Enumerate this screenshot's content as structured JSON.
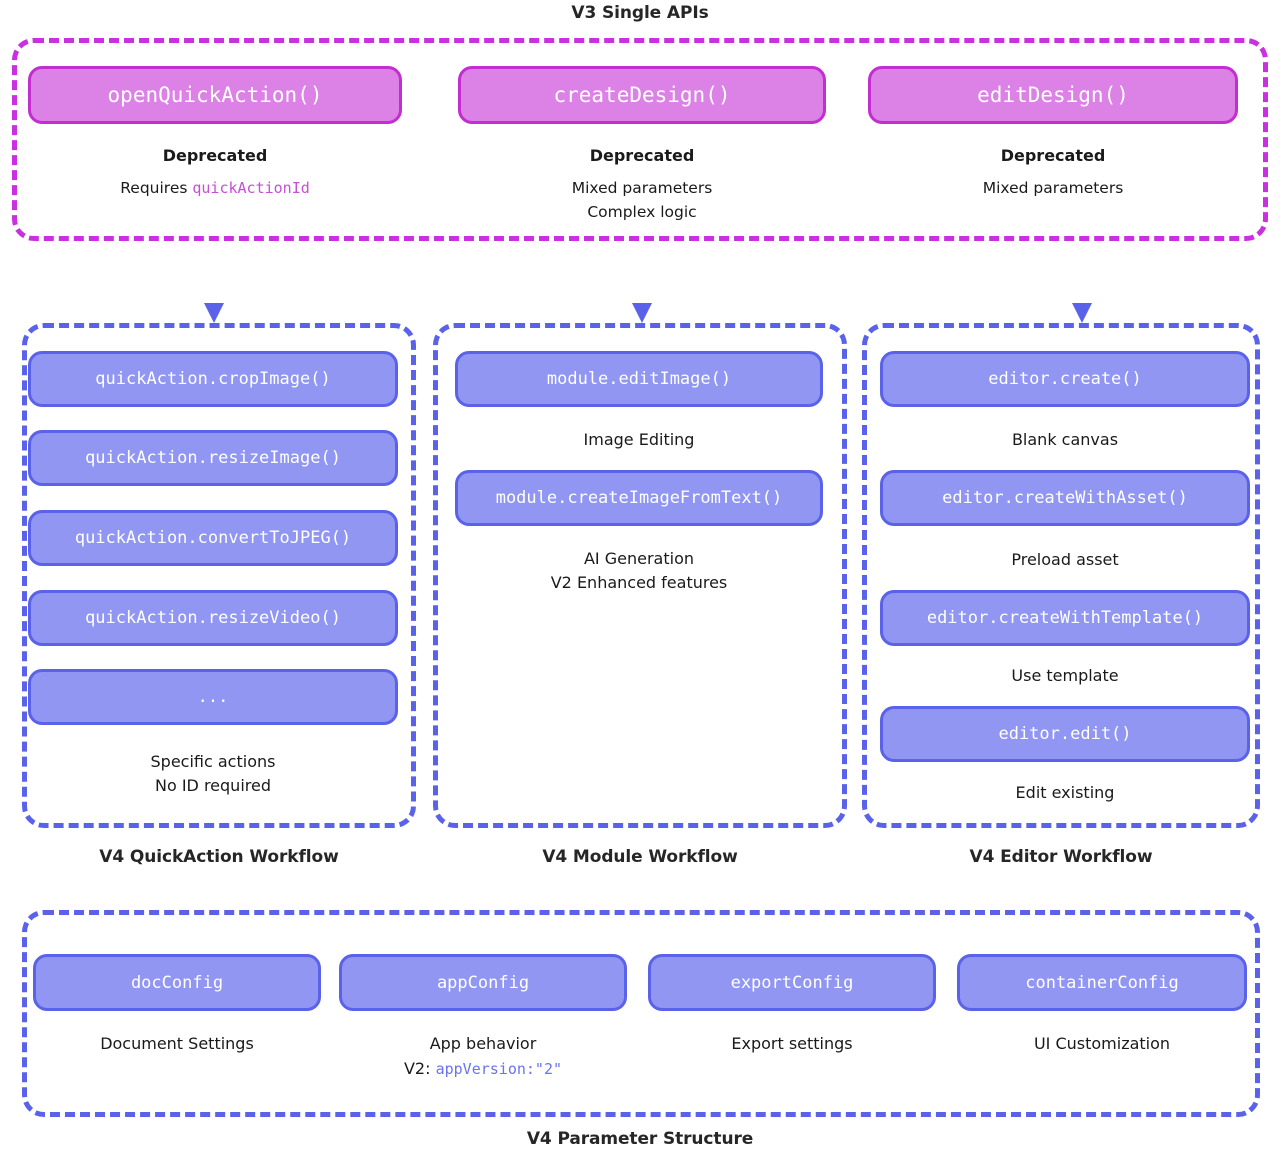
{
  "titles": {
    "v3": "V3 Single APIs",
    "quickaction": "V4 QuickAction Workflow",
    "module": "V4 Module Workflow",
    "editor": "V4 Editor Workflow",
    "params": "V4 Parameter Structure"
  },
  "colors": {
    "magenta_fill": "#dc81e6",
    "magenta_border": "#c22ed0",
    "magenta_dash": "#c930e0",
    "blue_fill": "#9096f2",
    "blue_border": "#5b62ea",
    "blue_dash": "#5b62ea",
    "text": "#1a1a1a",
    "code_magenta": "#c64fd6",
    "code_blue": "#6b73ee"
  },
  "v3_group": {
    "items": [
      {
        "api": "openQuickAction()",
        "status": "Deprecated",
        "note_prefix": "Requires ",
        "note_code": "quickActionId",
        "note_suffix": ""
      },
      {
        "api": "createDesign()",
        "status": "Deprecated",
        "note": "Mixed parameters\nComplex logic"
      },
      {
        "api": "editDesign()",
        "status": "Deprecated",
        "note": "Mixed parameters"
      }
    ]
  },
  "quickaction_group": {
    "pills": [
      "quickAction.cropImage()",
      "quickAction.resizeImage()",
      "quickAction.convertToJPEG()",
      "quickAction.resizeVideo()",
      "..."
    ],
    "footer": "Specific actions\nNo ID required"
  },
  "module_group": {
    "entries": [
      {
        "pill": "module.editImage()",
        "caption": "Image Editing"
      },
      {
        "pill": "module.createImageFromText()",
        "caption": "AI Generation\nV2 Enhanced features"
      }
    ]
  },
  "editor_group": {
    "entries": [
      {
        "pill": "editor.create()",
        "caption": "Blank canvas"
      },
      {
        "pill": "editor.createWithAsset()",
        "caption": "Preload asset"
      },
      {
        "pill": "editor.createWithTemplate()",
        "caption": "Use template"
      },
      {
        "pill": "editor.edit()",
        "caption": "Edit existing"
      }
    ]
  },
  "params_group": {
    "entries": [
      {
        "pill": "docConfig",
        "caption": "Document Settings"
      },
      {
        "pill": "appConfig",
        "caption": "App behavior",
        "caption2_prefix": "V2: ",
        "caption2_code": "appVersion:\"2\""
      },
      {
        "pill": "exportConfig",
        "caption": "Export settings"
      },
      {
        "pill": "containerConfig",
        "caption": "UI Customization"
      }
    ]
  }
}
